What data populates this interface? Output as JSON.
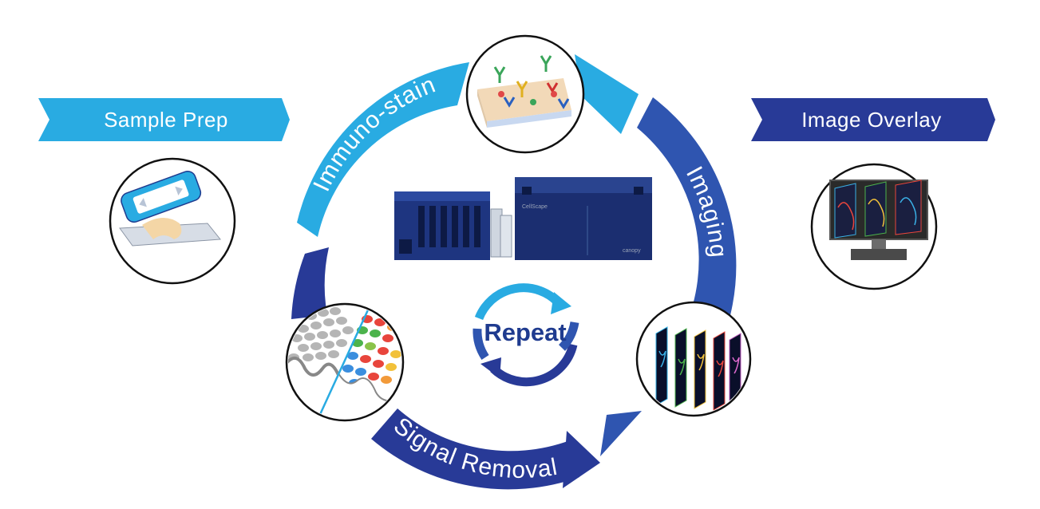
{
  "steps": {
    "sample_prep": "Sample Prep",
    "immunostain": "Immuno-stain",
    "imaging": "Imaging",
    "signal_removal": "Signal Removal",
    "image_overlay": "Image Overlay"
  },
  "center": {
    "repeat": "Repeat",
    "instrument_model": "CellScape",
    "instrument_brand": "canopy"
  },
  "colors": {
    "light_blue": "#29abe2",
    "dark_blue": "#283a97",
    "mid_blue": "#2f55b0",
    "navy_text": "#1f3b8f"
  },
  "icons": {
    "sample_prep": "slide-holder-icon",
    "immunostain": "antibody-slide-icon",
    "imaging": "image-stack-icon",
    "signal_removal": "cell-tissue-icon",
    "image_overlay": "monitor-icon",
    "center": "instrument-icon",
    "repeat": "cycle-arrows-icon"
  }
}
